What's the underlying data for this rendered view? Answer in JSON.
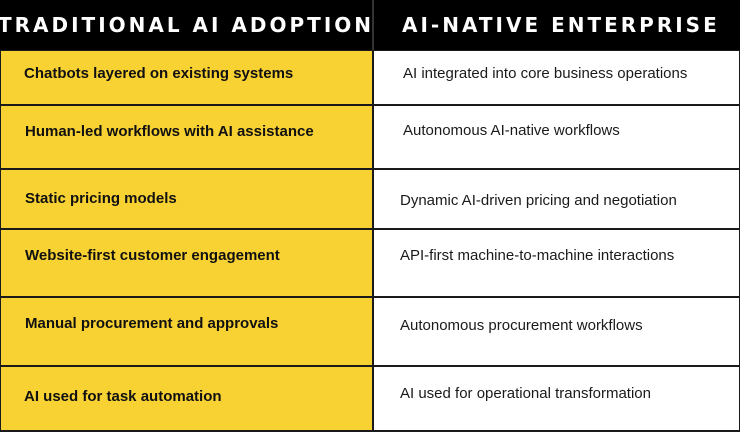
{
  "header": {
    "left": "TRADITIONAL AI ADOPTION",
    "right": "AI-NATIVE ENTERPRISE"
  },
  "rows": [
    {
      "traditional": "Chatbots layered on existing systems",
      "ai_native": "AI integrated into core business operations"
    },
    {
      "traditional": "Human-led workflows with AI assistance",
      "ai_native": "Autonomous AI-native workflows"
    },
    {
      "traditional": "Static pricing models",
      "ai_native": "Dynamic AI-driven pricing and negotiation"
    },
    {
      "traditional": "Website-first customer engagement",
      "ai_native": "API-first machine-to-machine interactions"
    },
    {
      "traditional": "Manual procurement and approvals",
      "ai_native": "Autonomous procurement workflows"
    },
    {
      "traditional": "AI used for task automation",
      "ai_native": "AI used for operational transformation"
    }
  ],
  "colors": {
    "header_bg": "#000000",
    "left_column_bg": "#f8d133",
    "right_column_bg": "#ffffff",
    "grid_lines": "#1a1a1a"
  }
}
